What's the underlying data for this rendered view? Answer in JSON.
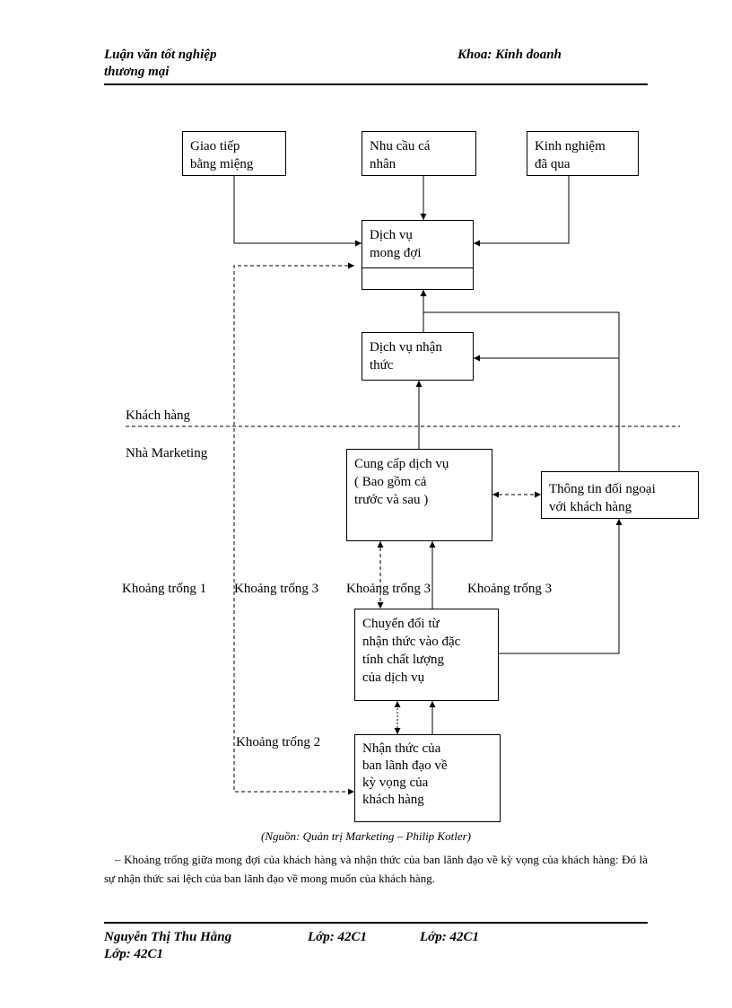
{
  "header": {
    "left_line1": "Luận văn tốt nghiệp",
    "left_line2": "thương mại",
    "right": "Khoa: Kinh doanh"
  },
  "diagram": {
    "boxes": {
      "word_of_mouth": "Giao tiếp\nbằng miệng",
      "personal_needs": "Nhu cầu cá\nnhân",
      "past_experience": "Kinh nghiệm\nđã qua",
      "expected_service": "Dịch vụ\nmong đợi",
      "perceived_service": "Dịch vụ nhận\nthức",
      "service_delivery": "Cung cấp dịch vụ\n( Bao gồm cả\ntrước và sau )",
      "external_comm": "Thông tin đối ngoại\nvới khách hàng",
      "translation": "Chuyển đổi từ\nnhận thức vào đặc\ntính chất lượng\ncủa dịch vụ",
      "management_perception": "Nhận thức của\nban lãnh đạo về\nkỳ vọng của\nkhách hàng"
    },
    "labels": {
      "customer": "Khách hàng",
      "marketer": "Nhà Marketing",
      "gap1": "Khoảng trống 1",
      "gap3a": "Khoảng trống 3",
      "gap3b": "Khoảng trống 3",
      "gap3c": "Khoảng trống 3",
      "gap2": "Khoảng trống 2"
    }
  },
  "source": "(Nguồn: Quản trị Marketing – Philip Kotler)",
  "paragraph": "–   Khoảng trống giữa mong đợi của khách hàng và nhận thức của ban lãnh đạo về kỳ vọng của khách hàng: Đó là sự nhận thức sai lệch của ban lãnh đạo về mong muốn của khách hàng.",
  "footer": {
    "name": "Nguyễn Thị Thu Hằng",
    "class1": "Lớp: 42C1",
    "class2": "Lớp: 42C1",
    "class3": "Lớp: 42C1"
  }
}
